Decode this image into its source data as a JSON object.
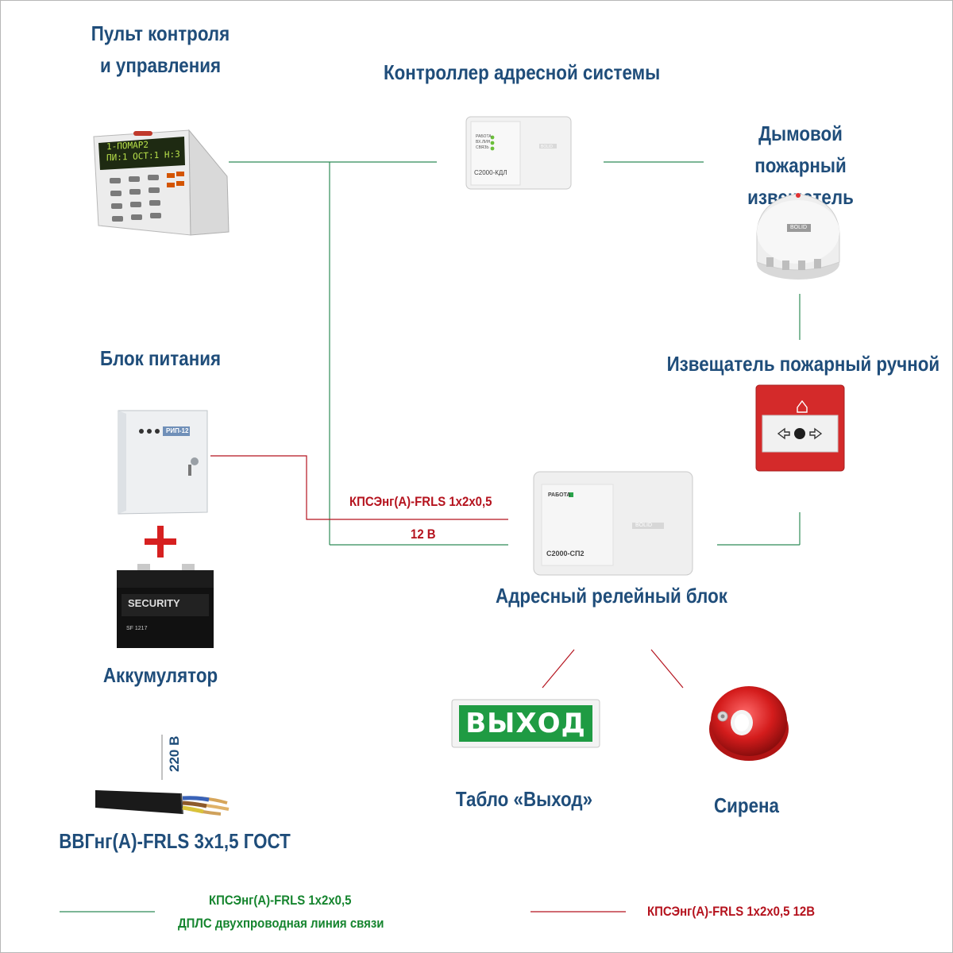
{
  "titles": {
    "control_panel": "Пульт контроля\nи управления",
    "controller": "Контроллер адресной системы",
    "smoke_detector": "Дымовой пожарный\nизвещатель",
    "power_supply": "Блок питания",
    "manual_call_point": "Извещатель пожарный ручной",
    "relay_block": "Адресный релейный блок",
    "battery": "Аккумулятор",
    "exit_sign": "Табло «Выход»",
    "siren": "Сирена",
    "power_cable": "ВВГнг(А)-FRLS 3х1,5 ГОСТ"
  },
  "device_labels": {
    "control_panel_display_1": "1-ПОМАР2",
    "control_panel_display_2": "ПИ:1 ОСТ:1 Н:3",
    "controller_model": "С2000-КДЛ",
    "controller_leds": [
      "РАБОТА",
      "ВХ.ЛИН",
      "СВЯЗЬ"
    ],
    "controller_brand": "BOLID",
    "smoke_brand": "BOLID",
    "psu_label": "РИП-12",
    "relay_status": "РАБОТА",
    "relay_model": "С2000-СП2",
    "relay_brand": "BOLID",
    "battery_brand": "SECURITY",
    "battery_model": "SF 1217",
    "exit_text": "ВЫХОД"
  },
  "connections": {
    "cable_main": "КПСЭнг(А)-FRLS 1х2х0,5",
    "cable_voltage": "12 В",
    "mains_voltage": "220 В"
  },
  "legend": {
    "green_line_1": "КПСЭнг(А)-FRLS 1х2х0,5",
    "green_line_2": "ДПЛС двухпроводная линия связи",
    "red_line": "КПСЭнг(А)-FRLS 1х2х0,5 12В"
  },
  "colors": {
    "title": "#1f4d7a",
    "line_green": "#2e8b57",
    "line_red": "#b5131e"
  }
}
